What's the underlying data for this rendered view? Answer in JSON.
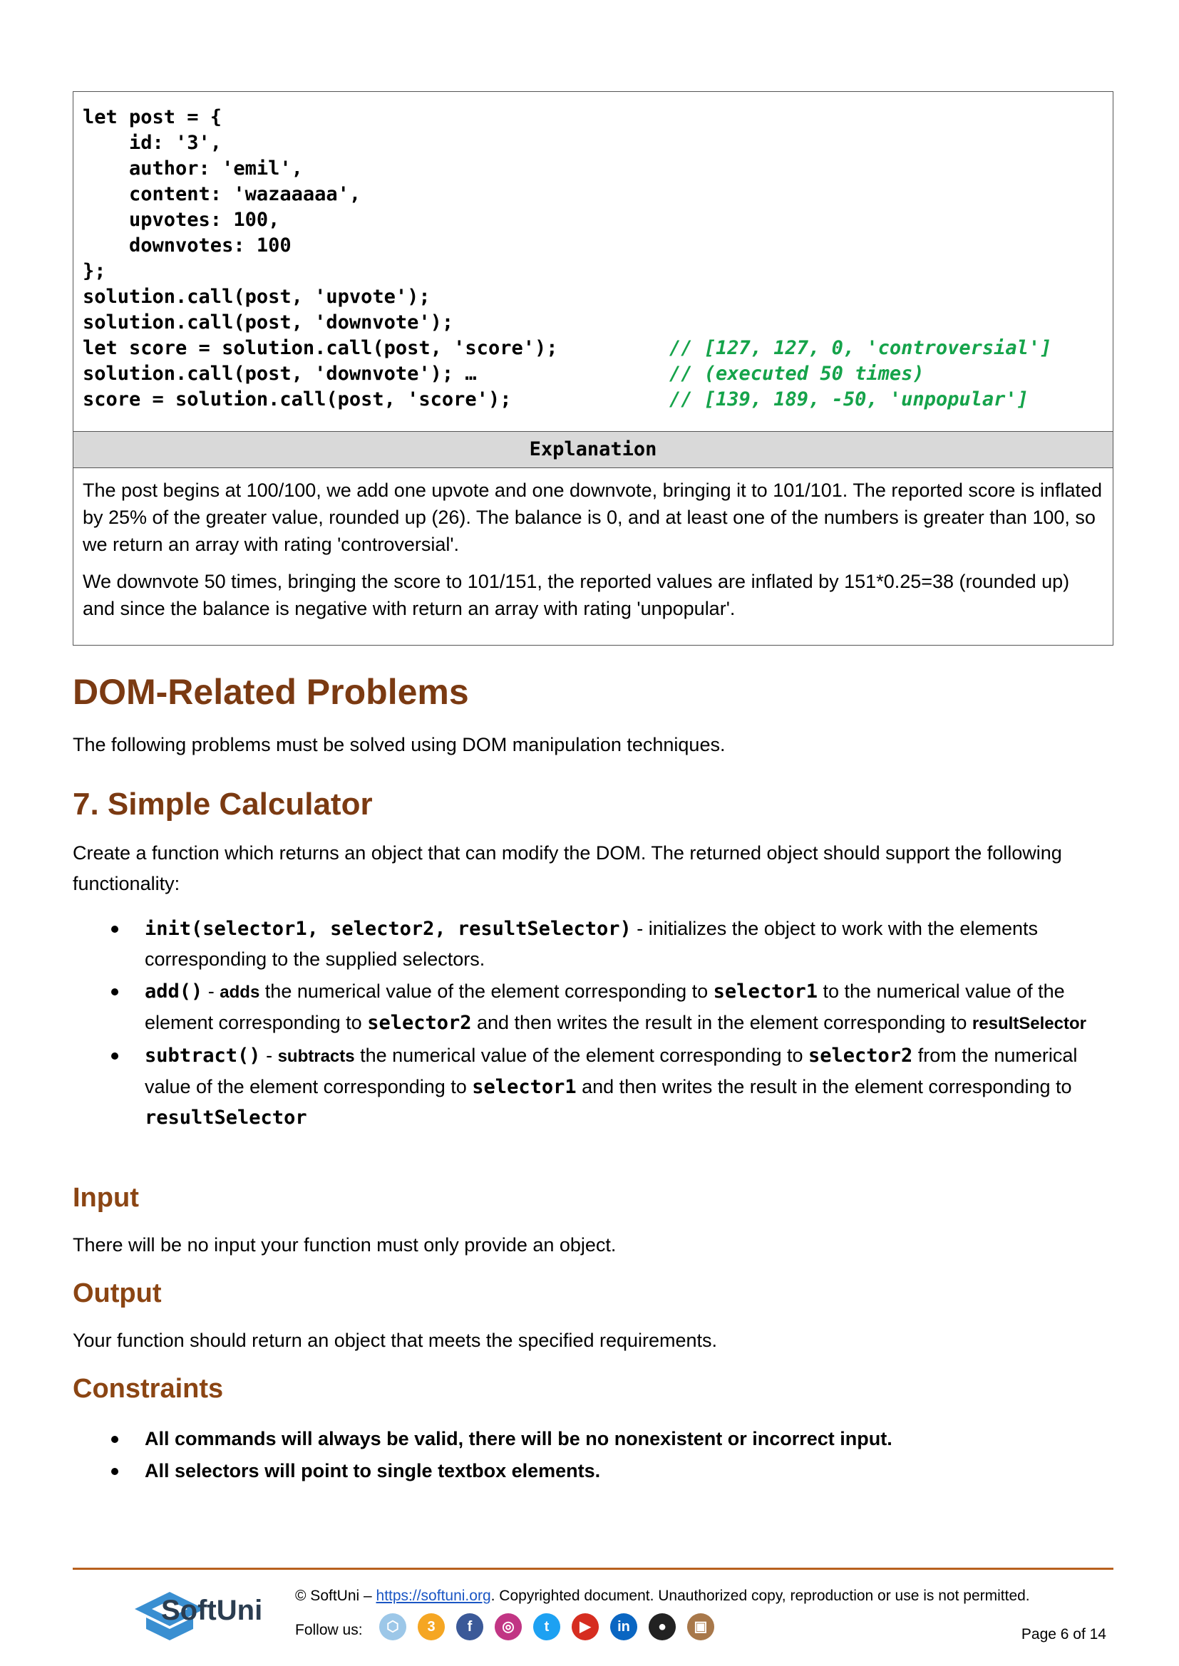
{
  "code": {
    "lines": [
      {
        "code": "let post = {",
        "comment": ""
      },
      {
        "code": "    id: '3',",
        "comment": ""
      },
      {
        "code": "    author: 'emil',",
        "comment": ""
      },
      {
        "code": "    content: 'wazaaaaa',",
        "comment": ""
      },
      {
        "code": "    upvotes: 100,",
        "comment": ""
      },
      {
        "code": "    downvotes: 100",
        "comment": ""
      },
      {
        "code": "};",
        "comment": ""
      },
      {
        "code": "solution.call(post, 'upvote');",
        "comment": ""
      },
      {
        "code": "solution.call(post, 'downvote');",
        "comment": ""
      },
      {
        "code": "let score = solution.call(post, 'score');",
        "comment": "// [127, 127, 0, 'controversial']"
      },
      {
        "code": "solution.call(post, 'downvote'); …",
        "comment": "// (executed 50 times)"
      },
      {
        "code": "score = solution.call(post, 'score');",
        "comment": "// [139, 189, -50, 'unpopular']"
      }
    ],
    "explanation_header": "Explanation",
    "explanation_p1": "The post begins at 100/100, we add one upvote and one downvote, bringing it to 101/101. The reported score is inflated by 25% of the greater value, rounded up (26). The balance is 0, and at least one of the numbers is greater than 100, so we return an array with rating 'controversial'.",
    "explanation_p2": "We downvote 50 times, bringing the score to 101/151, the reported values are inflated by 151*0.25=38 (rounded up) and since the balance is negative with return an array with rating 'unpopular'."
  },
  "section": {
    "title": "DOM-Related Problems",
    "intro": "The following problems must be solved using DOM manipulation techniques."
  },
  "problem": {
    "title": "7. Simple Calculator",
    "description": "Create a function which returns an object that can modify the DOM. The returned object should support the following functionality:",
    "bullets": {
      "init_code": "init(selector1, selector2, resultSelector)",
      "init_text": " - initializes the object to work with the elements corresponding to the supplied selectors.",
      "add_code": "add()",
      "add_dash": " - ",
      "add_bold": "adds",
      "add_text1": " the numerical value of the element corresponding to ",
      "add_sel1": "selector1",
      "add_text2": " to the numerical value of the element corresponding to ",
      "add_sel2": "selector2",
      "add_text3": " and then writes the result in the element corresponding to ",
      "add_result": "resultSelector",
      "sub_code": "subtract()",
      "sub_dash": " - ",
      "sub_bold": "subtracts",
      "sub_text1": " the numerical value of the element corresponding to ",
      "sub_sel2": "selector2",
      "sub_text2": " from the numerical value of the element corresponding to ",
      "sub_sel1": "selector1",
      "sub_text3": " and then writes the result in the element corresponding to ",
      "sub_result": "resultSelector"
    },
    "input_title": "Input",
    "input_text": "There will be no input your function must only provide an object.",
    "output_title": "Output",
    "output_text": "Your function should return an object that meets the specified requirements.",
    "constraints_title": "Constraints",
    "constraints": [
      "All commands will always be valid, there will be no nonexistent or incorrect input.",
      "All selectors will point to single textbox elements."
    ]
  },
  "footer": {
    "logo_text": "SoftUni",
    "copyright_prefix": "© SoftUni – ",
    "link_text": "https://softuni.org",
    "copyright_suffix": ". Copyrighted document. Unauthorized copy, reproduction or use is not permitted.",
    "follow_label": "Follow us:",
    "page": "Page 6 of 14",
    "social_icons": [
      "softuni-icon",
      "softuni-creative-icon",
      "facebook-icon",
      "instagram-icon",
      "twitter-icon",
      "youtube-icon",
      "linkedin-icon",
      "github-icon",
      "softuni-box-icon"
    ],
    "social_colors": [
      "#9cc7e8",
      "#f5a623",
      "#3b5998",
      "#c13584",
      "#1da1f2",
      "#d62d20",
      "#0a66c2",
      "#222222",
      "#a8784a"
    ]
  }
}
